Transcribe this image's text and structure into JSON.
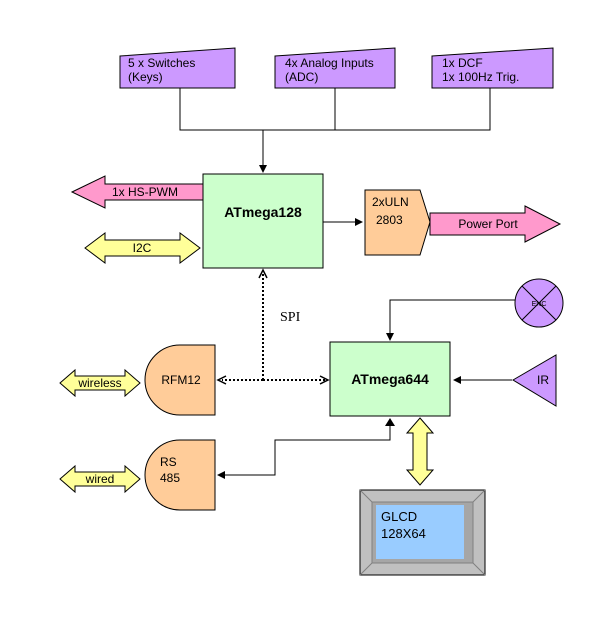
{
  "inputs": {
    "switches": [
      "5 x Switches",
      "(Keys)"
    ],
    "analog": [
      "4x Analog Inputs",
      "(ADC)"
    ],
    "dcf": [
      "1x DCF",
      "1x 100Hz Trig."
    ]
  },
  "mcu_main": "ATmega128",
  "mcu_second": "ATmega644",
  "hs_pwm": "1x HS-PWM",
  "i2c": "I2C",
  "uln": [
    "2xULN",
    "2803"
  ],
  "power_port": "Power Port",
  "spi": "SPI",
  "enc": "ENC",
  "ir": "IR",
  "rfm12": "RFM12",
  "wireless": "wireless",
  "rs485": [
    "RS",
    "485"
  ],
  "wired": "wired",
  "glcd": [
    "GLCD",
    "128X64"
  ],
  "colors": {
    "input_box": "#cc99ff",
    "mcu": "#ccffcc",
    "pink": "#ff99cc",
    "yellow": "#ffff99",
    "orange": "#ffcc99",
    "screen": "#99ccff",
    "bezel": "#c0c0c0"
  }
}
